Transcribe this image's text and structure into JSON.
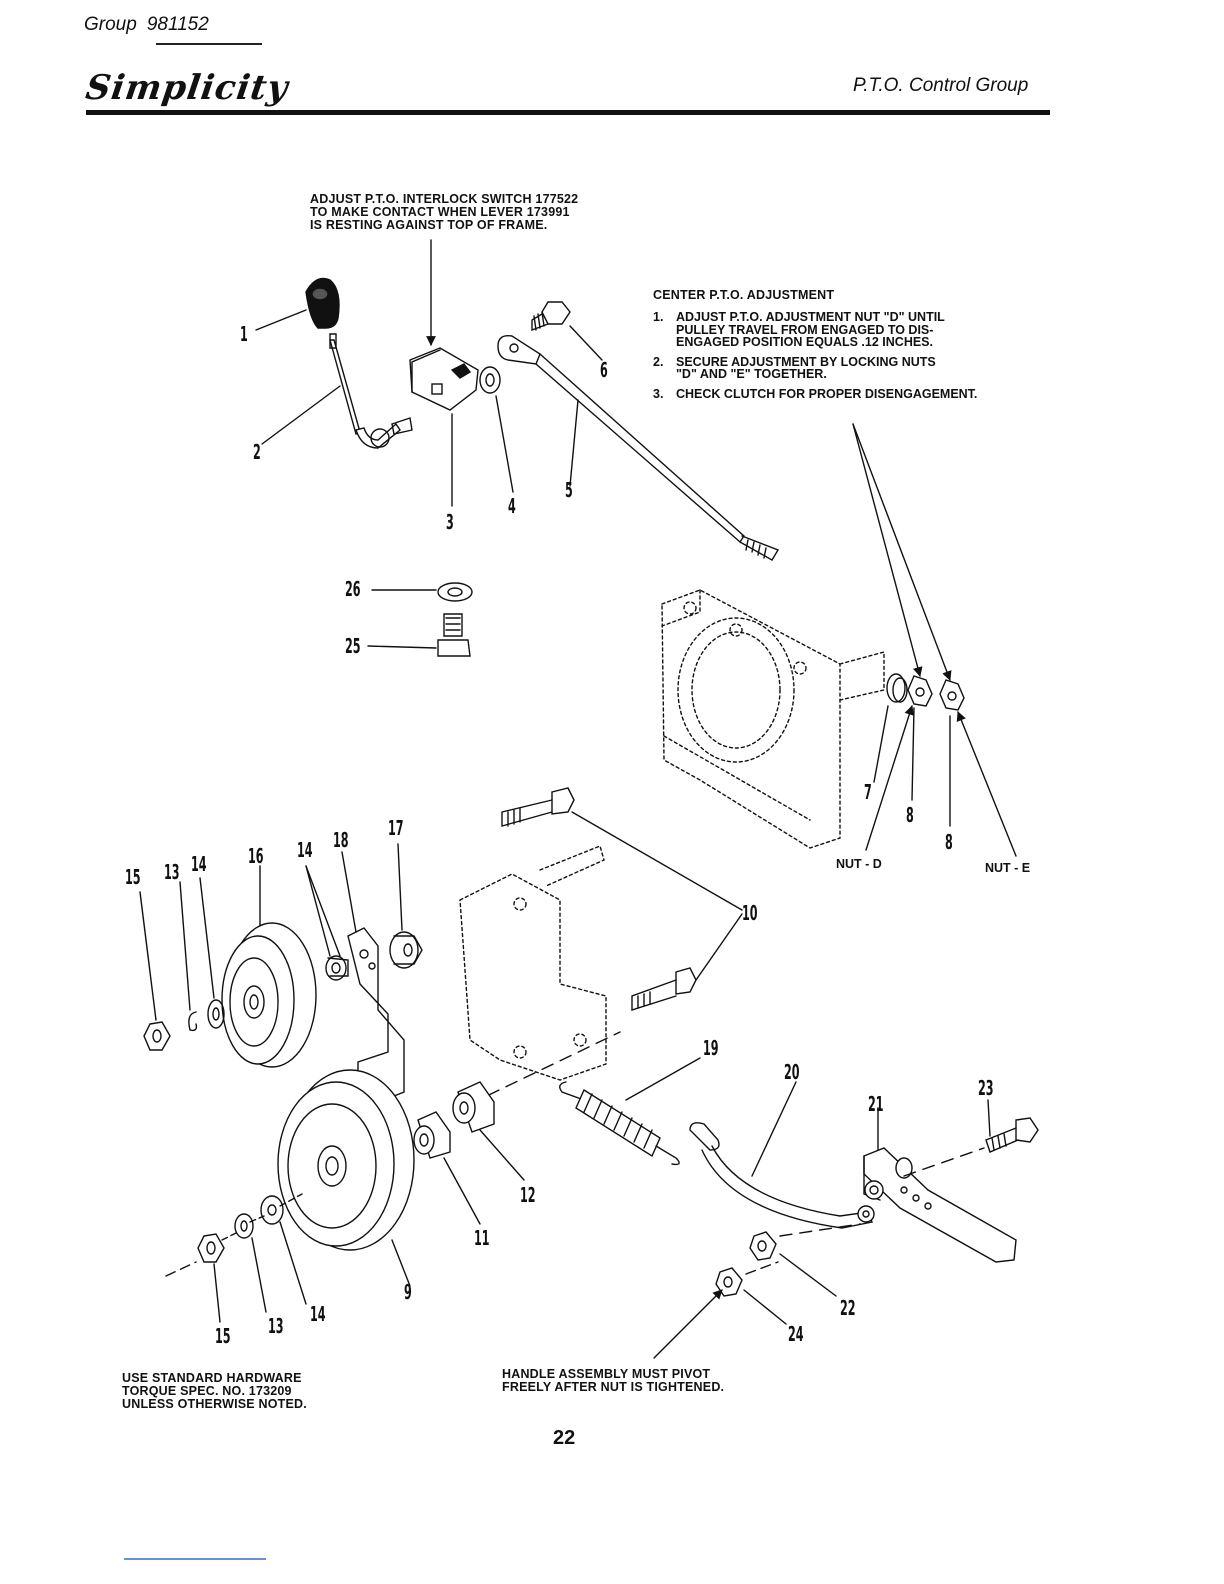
{
  "header": {
    "group_prefix": "Group",
    "group_number": "981152",
    "brand": "Simplicity",
    "section_title": "P.T.O. Control Group"
  },
  "notes": {
    "interlock": "ADJUST P.T.O. INTERLOCK SWITCH 177522\nTO MAKE CONTACT WHEN LEVER 173991\nIS RESTING AGAINST TOP OF FRAME.",
    "center_adjustment_title": "CENTER P.T.O. ADJUSTMENT",
    "center_adjustment_steps": [
      {
        "num": "1.",
        "text": "ADJUST P.T.O. ADJUSTMENT NUT \"D\" UNTIL\nPULLEY TRAVEL FROM ENGAGED TO DIS-\nENGAGED POSITION EQUALS .12 INCHES."
      },
      {
        "num": "2.",
        "text": "SECURE ADJUSTMENT BY LOCKING NUTS\n\"D\" AND \"E\" TOGETHER."
      },
      {
        "num": "3.",
        "text": "CHECK CLUTCH FOR PROPER DISENGAGEMENT."
      }
    ],
    "hardware": "USE STANDARD HARDWARE\nTORQUE SPEC. NO. 173209\nUNLESS OTHERWISE NOTED.",
    "pivot": "HANDLE ASSEMBLY MUST PIVOT\nFREELY AFTER NUT IS TIGHTENED."
  },
  "nut_labels": {
    "nut_d": "NUT - D",
    "nut_e": "NUT - E"
  },
  "callouts": {
    "c1": "1",
    "c2": "2",
    "c3": "3",
    "c4": "4",
    "c5": "5",
    "c6": "6",
    "c7": "7",
    "c8a": "8",
    "c8b": "8",
    "c9": "9",
    "c10": "10",
    "c11": "11",
    "c12": "12",
    "c13a": "13",
    "c13b": "13",
    "c14a": "14",
    "c14b": "14",
    "c14c": "14",
    "c15a": "15",
    "c15b": "15",
    "c16": "16",
    "c17": "17",
    "c18": "18",
    "c19": "19",
    "c20": "20",
    "c21": "21",
    "c22": "22",
    "c23": "23",
    "c24": "24",
    "c25": "25",
    "c26": "26"
  },
  "page_number": "22"
}
